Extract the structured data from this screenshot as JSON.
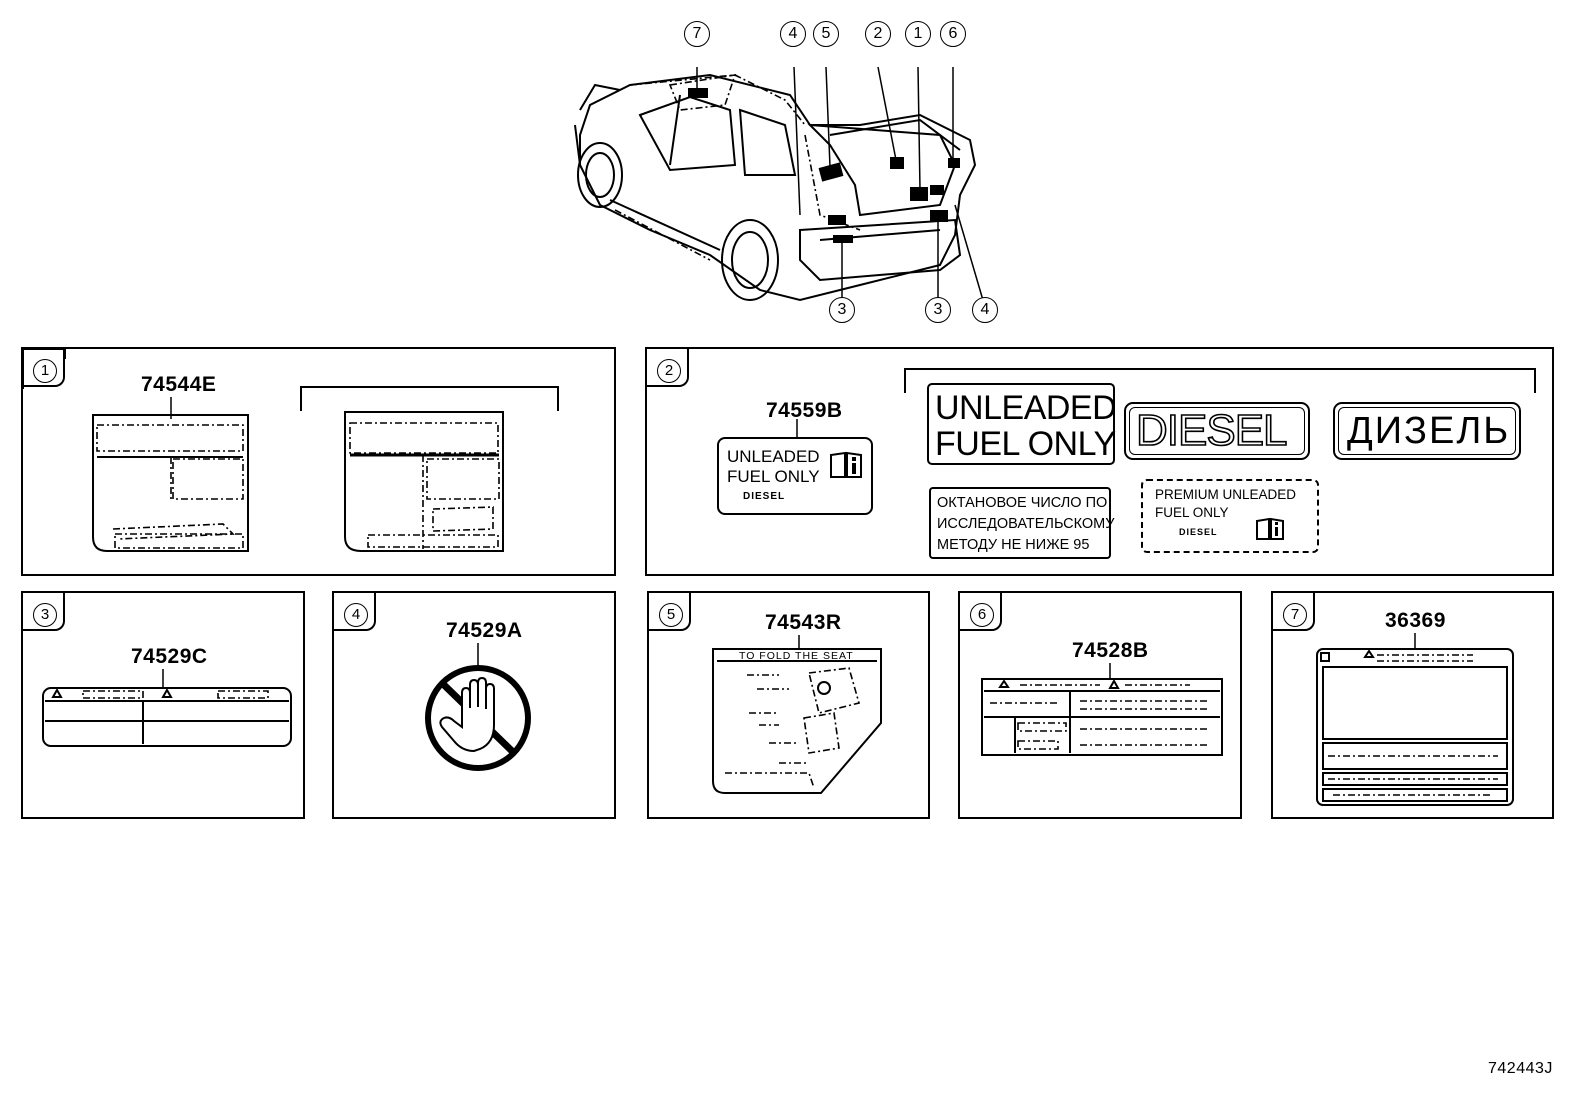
{
  "diagram_code": "742443J",
  "vehicle_callouts": [
    {
      "num": "7"
    },
    {
      "num": "4"
    },
    {
      "num": "5"
    },
    {
      "num": "2"
    },
    {
      "num": "1"
    },
    {
      "num": "6"
    },
    {
      "num": "3"
    },
    {
      "num": "3"
    },
    {
      "num": "4"
    }
  ],
  "panels": {
    "p1": {
      "num": "1",
      "part": "74544E"
    },
    "p2": {
      "num": "2",
      "part": "74559B",
      "main_label_line1": "UNLEADED",
      "main_label_line2": "FUEL ONLY",
      "main_label_sub": "DIESEL",
      "variant_unleaded_line1": "UNLEADED",
      "variant_unleaded_line2": "FUEL ONLY",
      "variant_diesel": "DIESEL",
      "variant_diesel_ru": "ДИЗЕЛЬ",
      "ru_line1": "ОКТАНОВОЕ ЧИСЛО ПО",
      "ru_line2": "ИССЛЕДОВАТЕЛЬСКОМУ",
      "ru_line3": "МЕТОДУ НЕ НИЖЕ 95",
      "premium_line1": "PREMIUM  UNLEADED",
      "premium_line2": "FUEL ONLY",
      "premium_sub": "DIESEL"
    },
    "p3": {
      "num": "3",
      "part": "74529C"
    },
    "p4": {
      "num": "4",
      "part": "74529A"
    },
    "p5": {
      "num": "5",
      "part": "74543R",
      "label_header": "TO FOLD  THE SEAT"
    },
    "p6": {
      "num": "6",
      "part": "74528B"
    },
    "p7": {
      "num": "7",
      "part": "36369"
    }
  }
}
